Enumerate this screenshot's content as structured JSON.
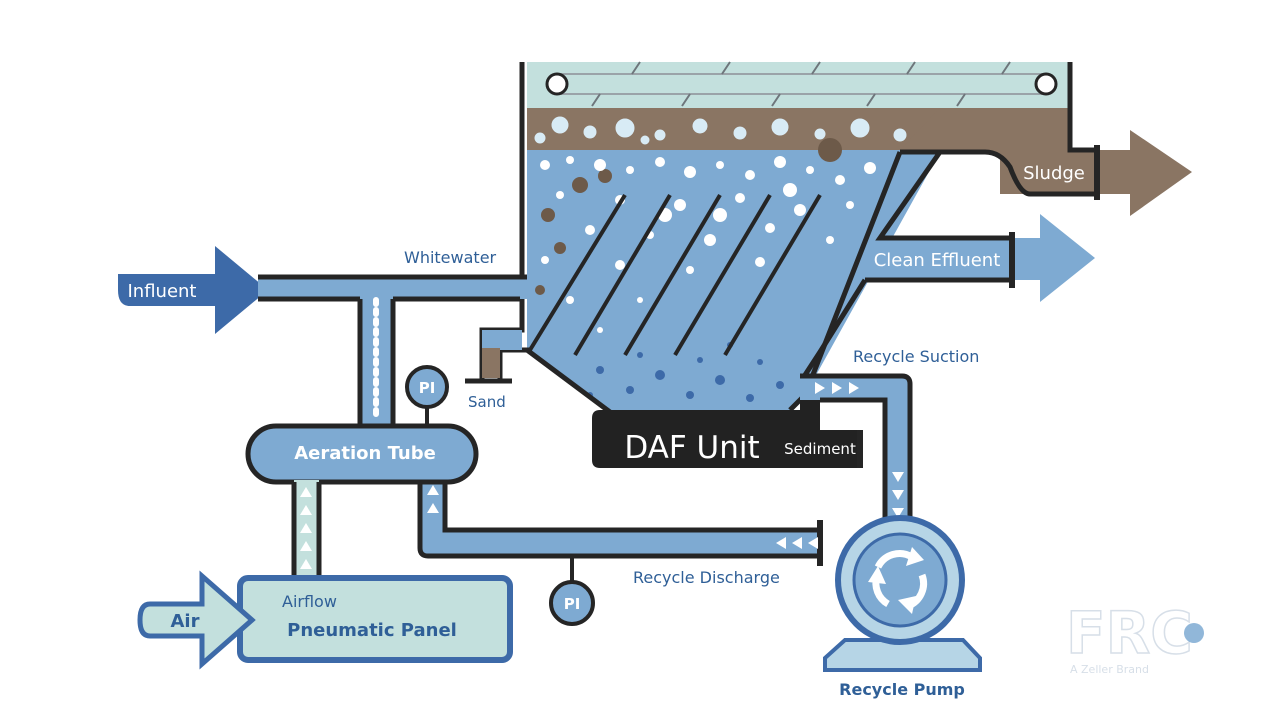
{
  "labels": {
    "influent": "Influent",
    "whitewater": "Whitewater",
    "sand": "Sand",
    "aeration_tube": "Aeration Tube",
    "daf_unit": "DAF Unit",
    "sediment": "Sediment",
    "sludge": "Sludge",
    "clean_effluent": "Clean Effluent",
    "recycle_suction": "Recycle Suction",
    "recycle_discharge": "Recycle Discharge",
    "recycle_pump": "Recycle Pump",
    "air": "Air",
    "airflow": "Airflow",
    "pneumatic_panel": "Pneumatic Panel",
    "pi_top": "PI",
    "pi_bottom": "PI"
  },
  "logo": {
    "text": "FRC",
    "tagline": "A Zeller Brand"
  },
  "colors": {
    "outline": "#252525",
    "water": "#7eaad2",
    "water_dark": "#5f8fc4",
    "light_blue": "#b6d5e6",
    "mint": "#c3e0dd",
    "sludge": "#8a7563",
    "navy": "#3d6aa8",
    "dark_unit": "#222222"
  },
  "icons": [
    "influent-arrow",
    "sludge-arrow",
    "effluent-arrow",
    "air-arrow",
    "pump-rotation-icon",
    "pressure-gauge-icon"
  ]
}
